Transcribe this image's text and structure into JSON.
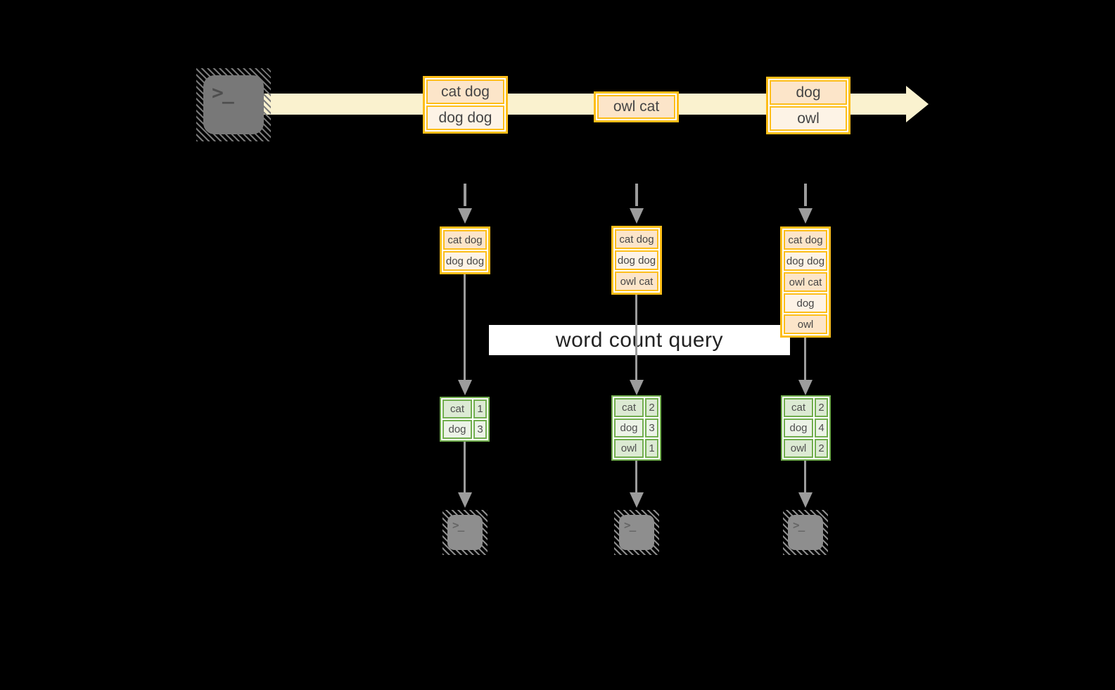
{
  "query": {
    "label": "word count query"
  },
  "stream": {
    "events": [
      {
        "rows": [
          "cat dog",
          "dog dog"
        ]
      },
      {
        "rows": [
          "owl cat"
        ]
      },
      {
        "rows": [
          "dog",
          "owl"
        ]
      }
    ]
  },
  "columns": [
    {
      "state": [
        "cat dog",
        "dog dog"
      ],
      "counts": [
        {
          "word": "cat",
          "count": "1"
        },
        {
          "word": "dog",
          "count": "3"
        }
      ]
    },
    {
      "state": [
        "cat dog",
        "dog dog",
        "owl cat"
      ],
      "counts": [
        {
          "word": "cat",
          "count": "2"
        },
        {
          "word": "dog",
          "count": "3"
        },
        {
          "word": "owl",
          "count": "1"
        }
      ]
    },
    {
      "state": [
        "cat dog",
        "dog dog",
        "owl cat",
        "dog",
        "owl"
      ],
      "counts": [
        {
          "word": "cat",
          "count": "2"
        },
        {
          "word": "dog",
          "count": "4"
        },
        {
          "word": "owl",
          "count": "2"
        }
      ]
    }
  ],
  "terminal": {
    "glyph": ">_"
  },
  "colors": {
    "background": "#000000",
    "stream_band": "#FAF2CF",
    "box_border": "#FDBE19",
    "box_fill_dark": "#FCE5C9",
    "box_fill_light": "#FDF3E6",
    "table_border": "#72AE4F",
    "table_fill_dark": "#DCEAD3",
    "table_fill_light": "#ECF3E7",
    "arrow": "#9C9C9C",
    "terminal_fill": "#7E7E7E",
    "query_bg": "#FFFFFF"
  }
}
